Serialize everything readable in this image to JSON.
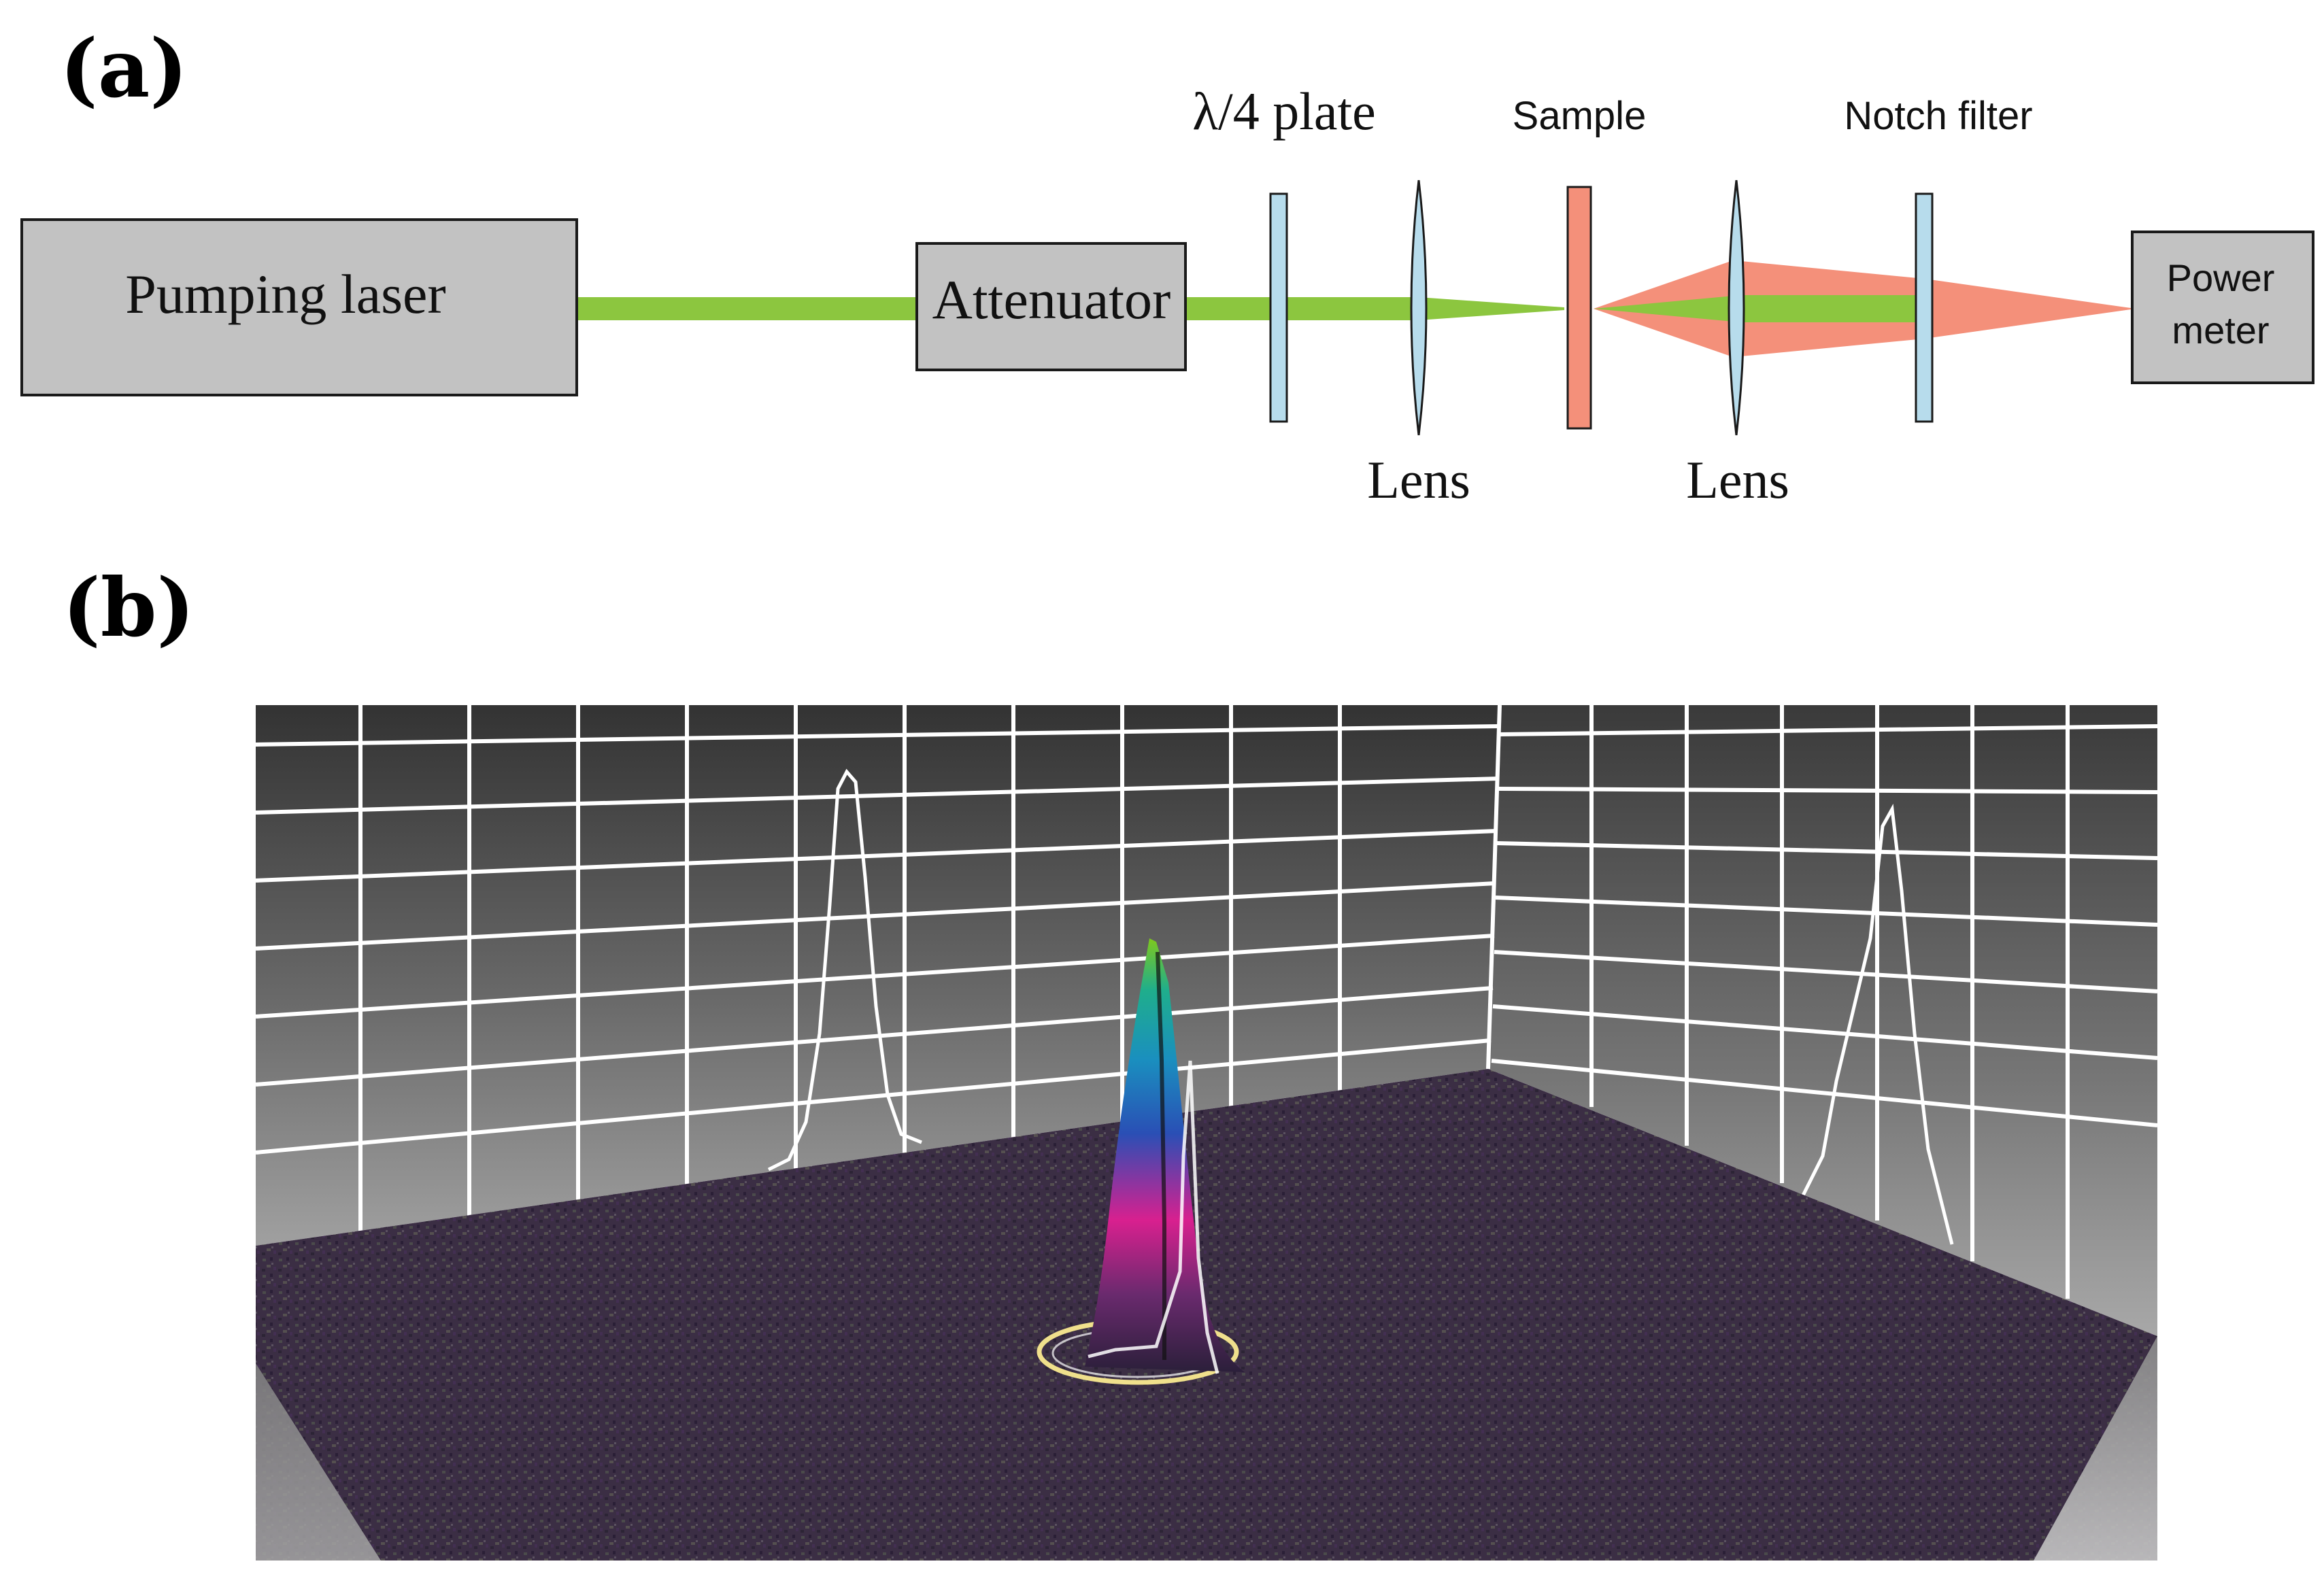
{
  "panel_a": {
    "label": "(a)",
    "components": {
      "pumping_laser": "Pumping laser",
      "attenuator": "Attenuator",
      "quarter_wave_plate": "λ/4 plate",
      "lens_1": "Lens",
      "sample": "Sample",
      "lens_2": "Lens",
      "notch_filter": "Notch filter",
      "power_meter_line1": "Power",
      "power_meter_line2": "meter"
    },
    "colors": {
      "pump_beam": "#8cc63f",
      "emission": "#f4907a",
      "optic": "#b7dcec",
      "sample": "#f4907a",
      "box": "#c2c2c2"
    }
  },
  "panel_b": {
    "label": "(b)",
    "colors": {
      "floor": "#3d3042",
      "wall": "#7a7a7a",
      "grid": "#ffffff",
      "ring": "#f0e08c"
    }
  }
}
